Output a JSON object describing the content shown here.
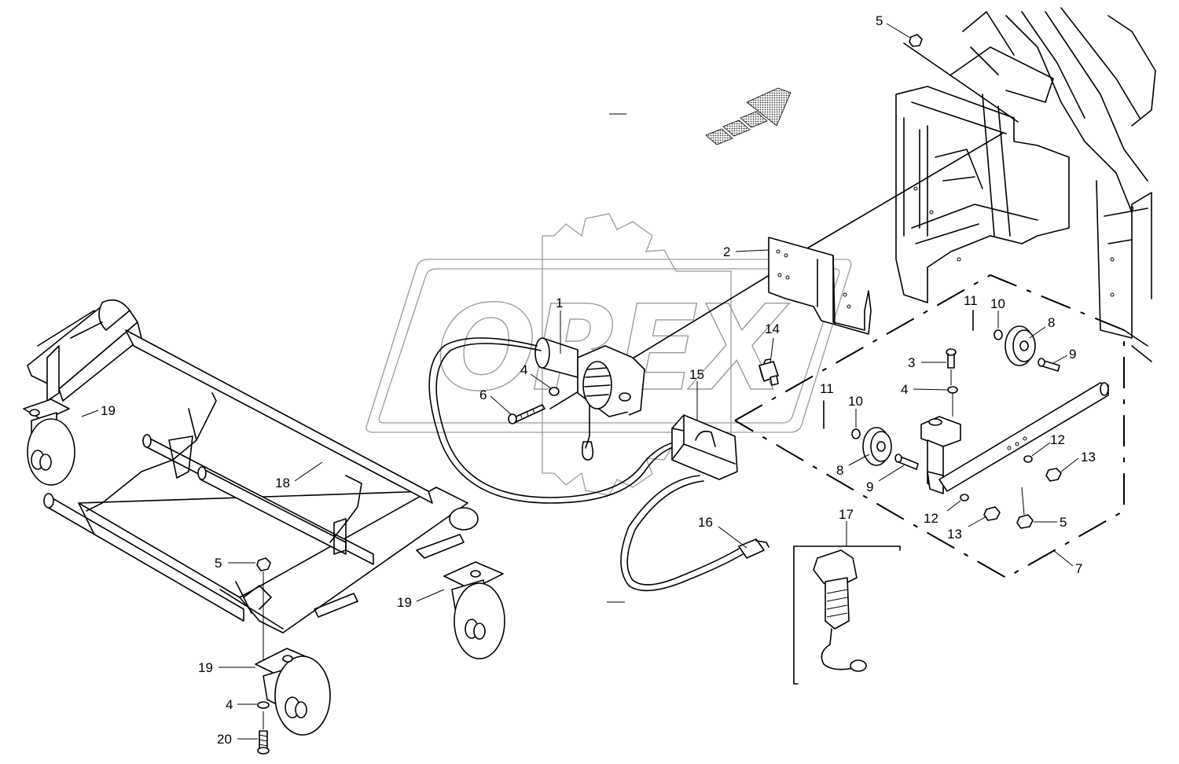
{
  "watermark": "OREX",
  "callouts": {
    "c1": "1",
    "c2": "2",
    "c3": "3",
    "c4a": "4",
    "c4b": "4",
    "c4c": "4",
    "c5a": "5",
    "c5b": "5",
    "c5c": "5",
    "c6": "6",
    "c7": "7",
    "c8a": "8",
    "c8b": "8",
    "c9a": "9",
    "c9b": "9",
    "c10a": "10",
    "c10b": "10",
    "c11a": "11",
    "c11b": "11",
    "c12a": "12",
    "c12b": "12",
    "c13a": "13",
    "c13b": "13",
    "c14": "14",
    "c15": "15",
    "c16": "16",
    "c17": "17",
    "c18": "18",
    "c19a": "19",
    "c19b": "19",
    "c19c": "19",
    "c20": "20"
  },
  "icons": {
    "direction_arrow": "direction-arrow-icon",
    "logo": "orex-gear-logo"
  }
}
